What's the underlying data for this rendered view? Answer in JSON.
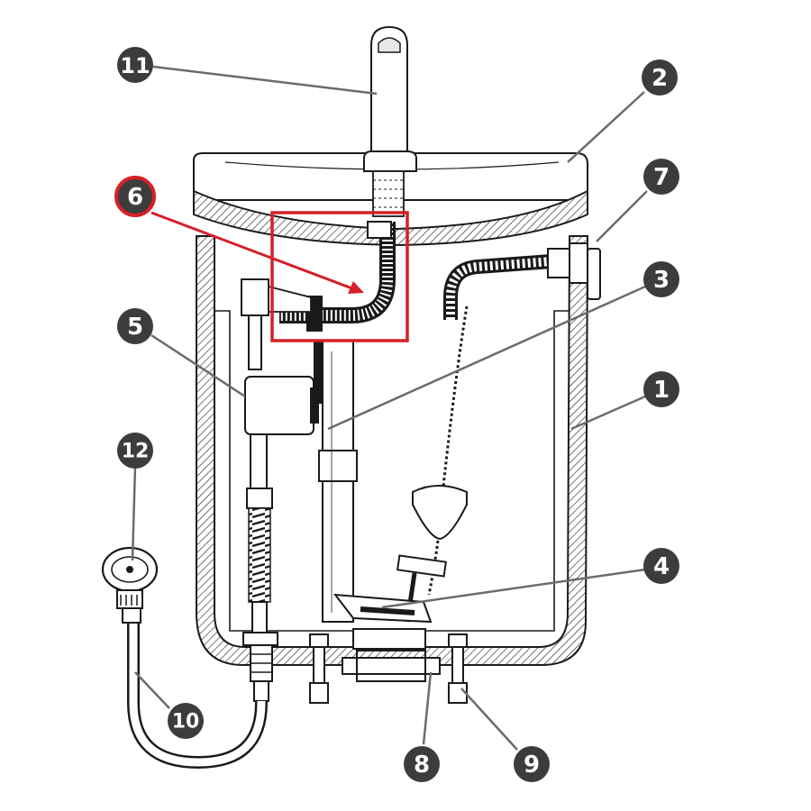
{
  "callouts": [
    {
      "id": "1",
      "label": "1"
    },
    {
      "id": "2",
      "label": "2"
    },
    {
      "id": "3",
      "label": "3"
    },
    {
      "id": "4",
      "label": "4"
    },
    {
      "id": "5",
      "label": "5"
    },
    {
      "id": "6",
      "label": "6",
      "highlighted": true
    },
    {
      "id": "7",
      "label": "7"
    },
    {
      "id": "8",
      "label": "8"
    },
    {
      "id": "9",
      "label": "9"
    },
    {
      "id": "10",
      "label": "10"
    },
    {
      "id": "11",
      "label": "11"
    },
    {
      "id": "12",
      "label": "12"
    }
  ],
  "colors": {
    "line": "#1a1a1a",
    "callout_fill": "#3c3c3c",
    "leader": "#6b6b6b",
    "highlight": "#d42027",
    "background": "#ffffff"
  }
}
